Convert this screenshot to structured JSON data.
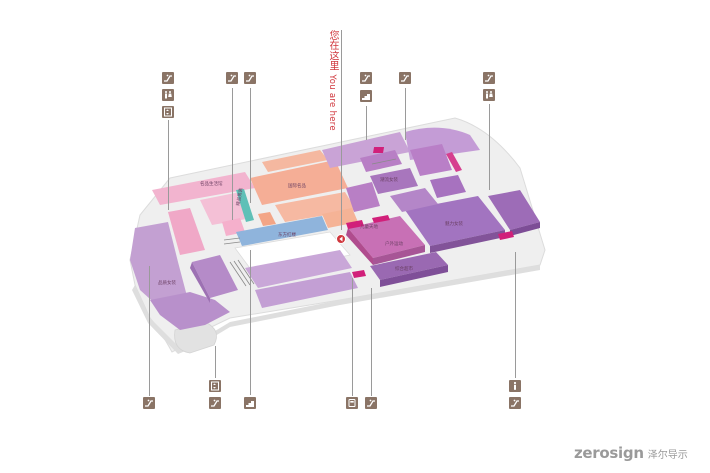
{
  "map": {
    "you_are_here_cn": "您在这里",
    "you_are_here_en": "You are here",
    "zone_labels": [
      "名品生活馆",
      "国际名品",
      "潮流女装",
      "东方红楼",
      "魅力女装",
      "品质女装",
      "精品男装",
      "儿童天地",
      "户外运动",
      "综合超市"
    ]
  },
  "icons": {
    "top": [
      {
        "name": "escalator-icon"
      },
      {
        "name": "restroom-icon"
      },
      {
        "name": "elevator-icon"
      },
      {
        "name": "escalator-icon"
      },
      {
        "name": "escalator-icon"
      },
      {
        "name": "escalator-icon"
      },
      {
        "name": "escalator-icon"
      },
      {
        "name": "escalator-icon"
      },
      {
        "name": "stairs-icon"
      },
      {
        "name": "escalator-icon"
      },
      {
        "name": "restroom-icon"
      }
    ],
    "bottom": [
      {
        "name": "escalator-icon"
      },
      {
        "name": "elevator-icon"
      },
      {
        "name": "escalator-icon"
      },
      {
        "name": "stairs-icon"
      },
      {
        "name": "atm-icon"
      },
      {
        "name": "escalator-icon"
      },
      {
        "name": "info-icon"
      },
      {
        "name": "escalator-icon"
      }
    ]
  },
  "colors": {
    "icon_bg": "#8a7466",
    "leader_line": "#9a9a9a",
    "here_marker": "#d0373d",
    "lavender": "#c3a0d2",
    "purple": "#9b6bb4",
    "pink": "#f2b4cf",
    "salmon": "#f5b8a0",
    "blue": "#8fb4dc",
    "magenta": "#d1207a",
    "floor": "#eeeeee"
  },
  "brand": {
    "name_en": "zerosign",
    "name_cn": "泽尔导示"
  }
}
